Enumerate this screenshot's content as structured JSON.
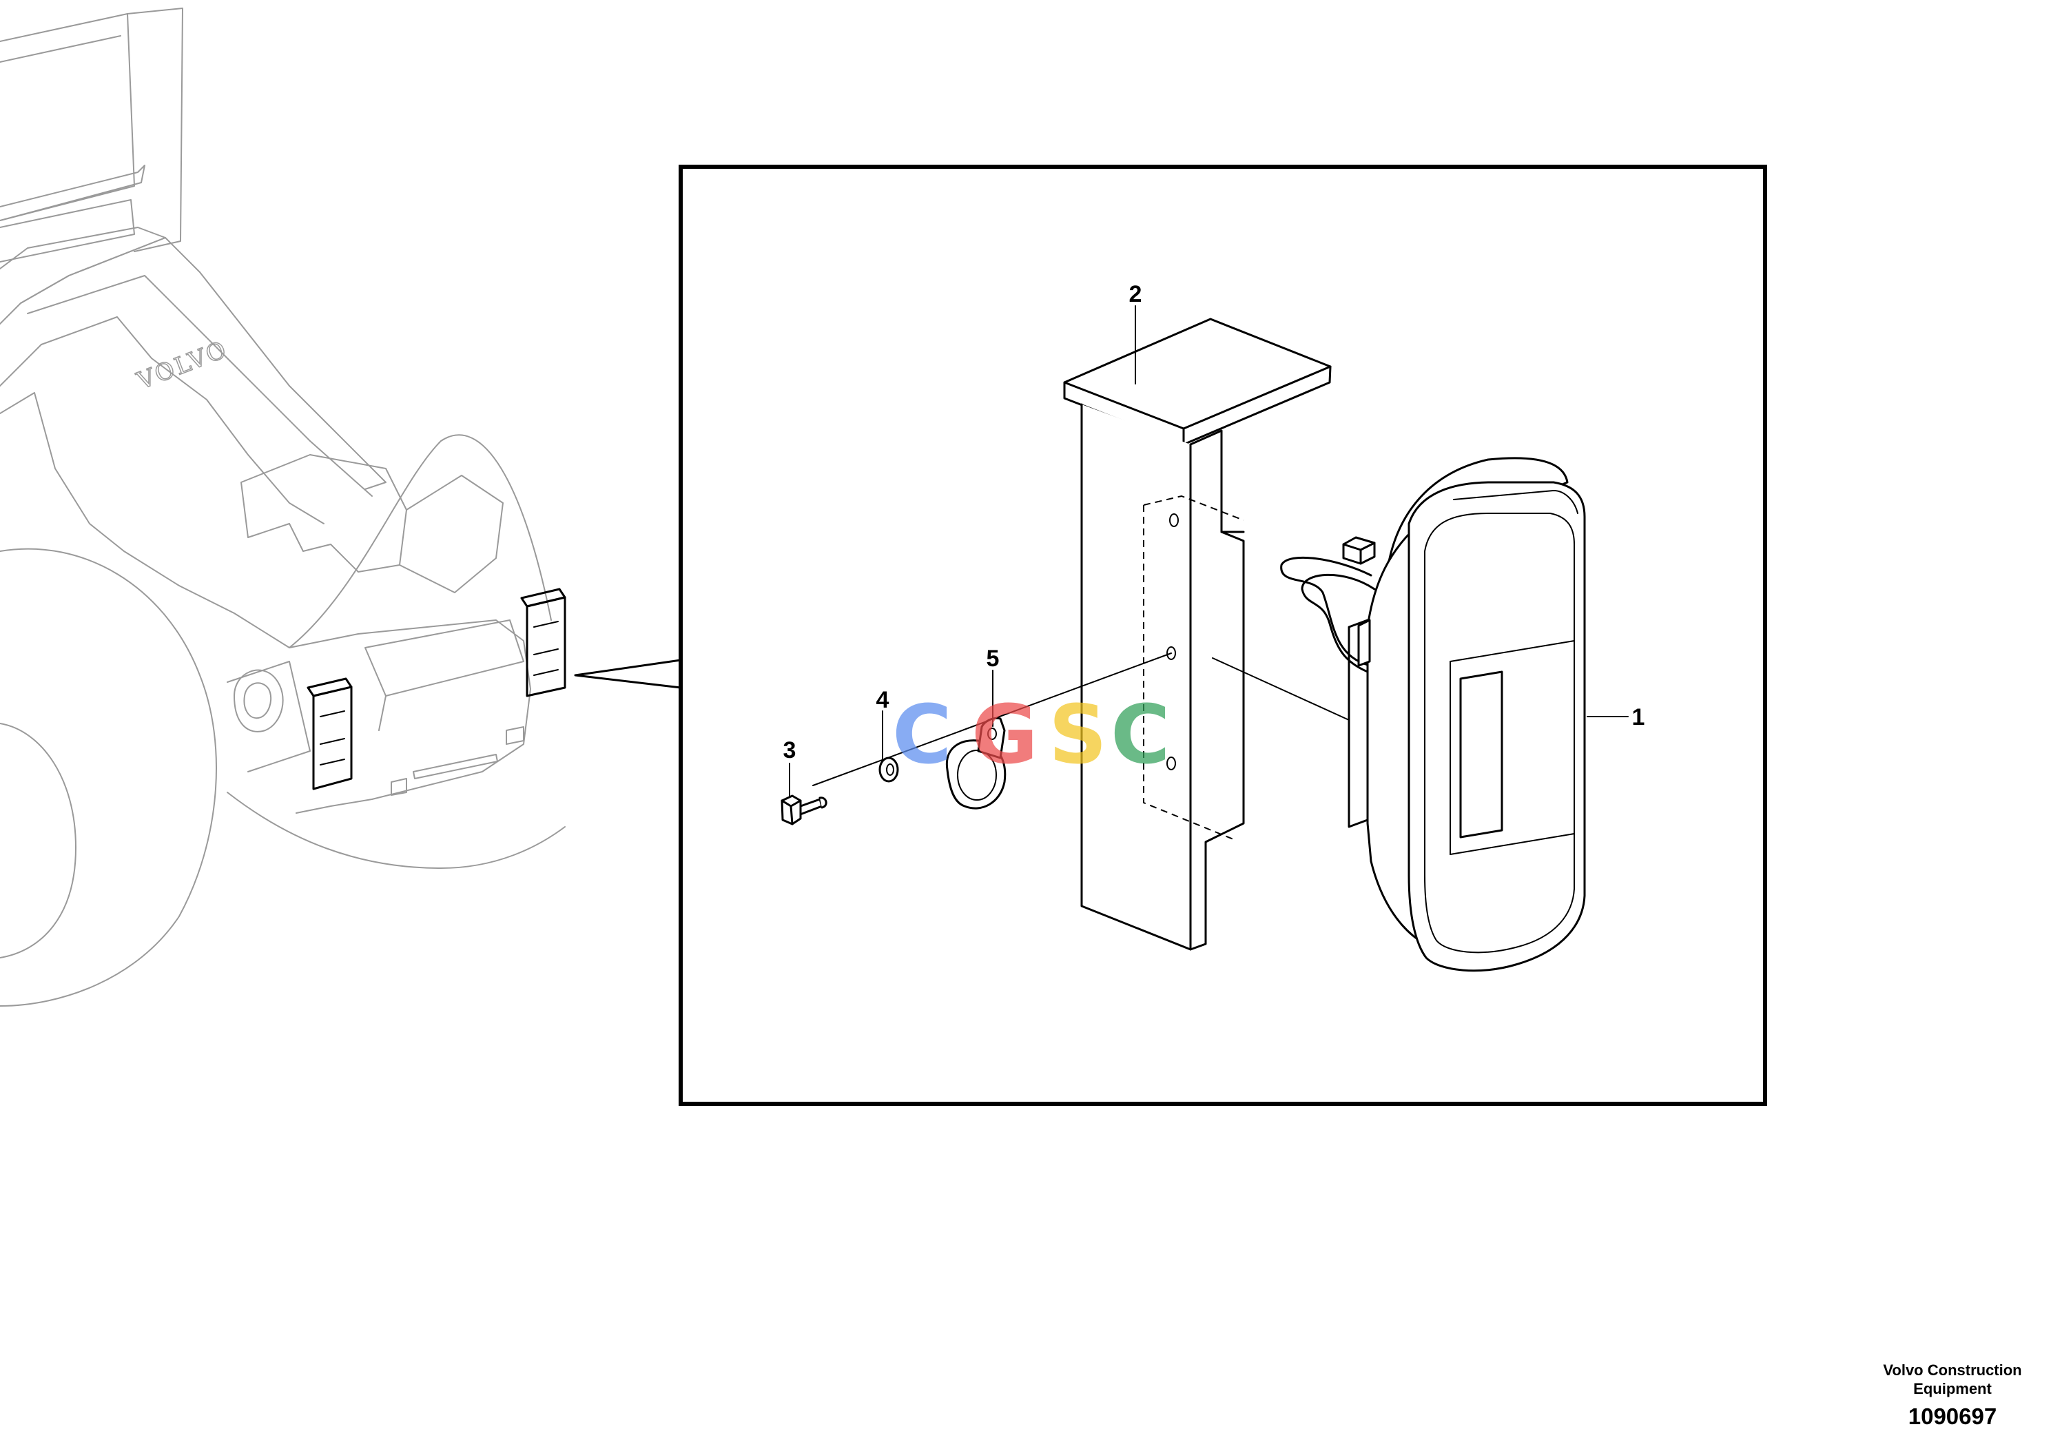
{
  "callouts": [
    {
      "id": "1",
      "label": "1"
    },
    {
      "id": "2",
      "label": "2"
    },
    {
      "id": "3",
      "label": "3"
    },
    {
      "id": "4",
      "label": "4"
    },
    {
      "id": "5",
      "label": "5"
    }
  ],
  "machine_logo": "VOLVO",
  "watermark": {
    "letters": [
      "C",
      "G",
      "S",
      "C"
    ],
    "colors": [
      "#5b8def",
      "#ec4b4b",
      "#f3c623",
      "#32a05a"
    ]
  },
  "footer": {
    "maker": "Volvo Construction Equipment",
    "drawing_number": "1090697"
  },
  "colors": {
    "line": "#000000",
    "background": "#ffffff",
    "machine_outline": "#9a9a9a"
  }
}
